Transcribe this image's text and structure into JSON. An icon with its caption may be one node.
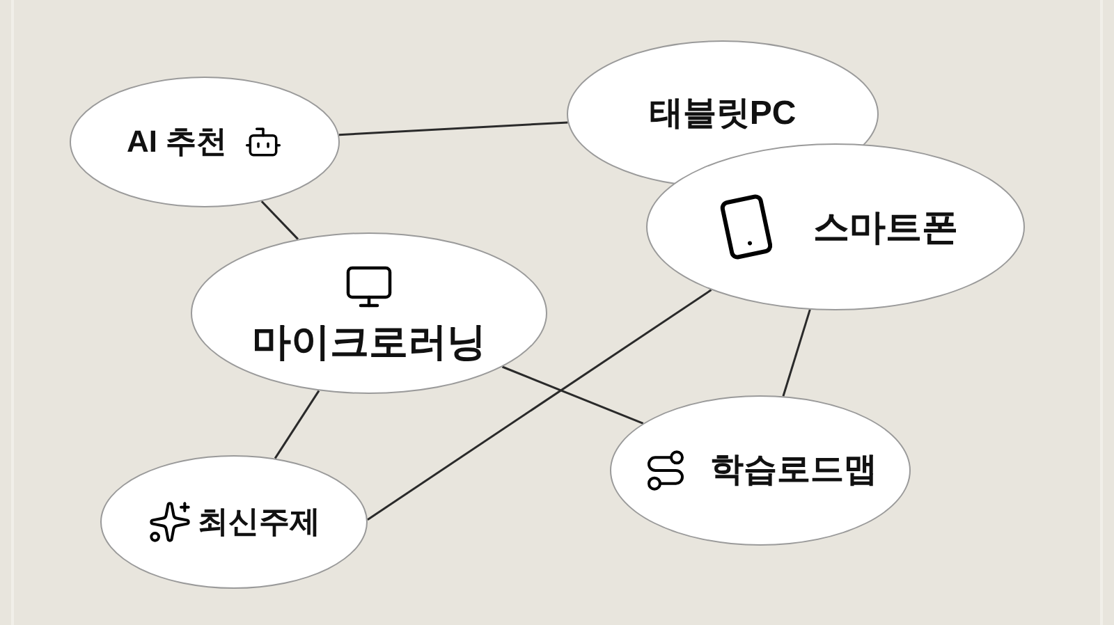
{
  "diagram": {
    "nodes": [
      {
        "text": [
          "AI 추천"
        ]
      },
      {
        "text": [
          "태블릿PC"
        ]
      },
      {
        "text": [
          "스마트폰"
        ]
      },
      {
        "text": [
          "마이크로러닝"
        ]
      },
      {
        "text": [
          "최신주제"
        ]
      },
      {
        "text": [
          "학습로드맵"
        ]
      }
    ],
    "edges": [
      {
        "from": 0,
        "to": 1,
        "arrow": "none"
      },
      {
        "from": 0,
        "to": 3,
        "arrow": "none"
      },
      {
        "from": 3,
        "to": 5,
        "arrow": "none"
      },
      {
        "from": 3,
        "to": 4,
        "arrow": "none"
      },
      {
        "from": 2,
        "to": 4,
        "arrow": "none"
      },
      {
        "from": 2,
        "to": 5,
        "arrow": "none"
      }
    ]
  }
}
